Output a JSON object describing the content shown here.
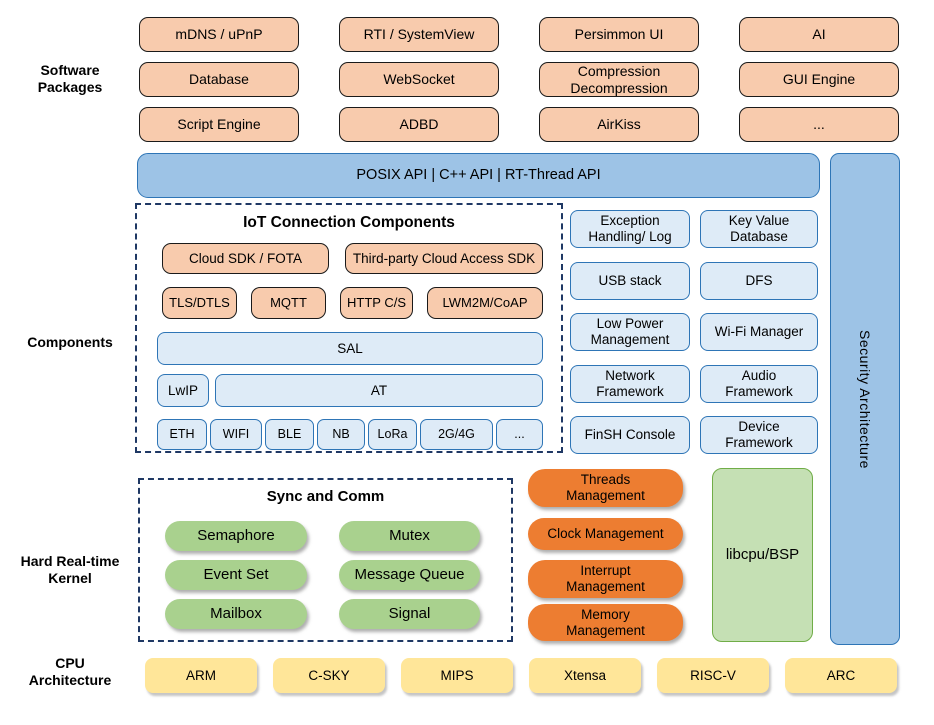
{
  "sections": {
    "software_packages": "Software\nPackages",
    "components": "Components",
    "kernel": "Hard Real-time\nKernel",
    "cpu": "CPU\nArchitecture"
  },
  "software_packages": {
    "rows": [
      [
        "mDNS / uPnP",
        "RTI / SystemView",
        "Persimmon UI",
        "AI"
      ],
      [
        "Database",
        "WebSocket",
        "Compression\nDecompression",
        "GUI Engine"
      ],
      [
        "Script Engine",
        "ADBD",
        "AirKiss",
        "..."
      ]
    ]
  },
  "api_bar": {
    "label": "POSIX API  |  C++ API  |  RT-Thread API"
  },
  "security": {
    "label": "Security Architecture"
  },
  "components": {
    "iot": {
      "title": "IoT Connection Components",
      "sdk_row": [
        "Cloud SDK / FOTA",
        "Third-party Cloud Access SDK"
      ],
      "proto_row": [
        "TLS/DTLS",
        "MQTT",
        "HTTP C/S",
        "LWM2M/CoAP"
      ],
      "sal": "SAL",
      "lwip": "LwIP",
      "at": "AT",
      "links": [
        "ETH",
        "WIFI",
        "BLE",
        "NB",
        "LoRa",
        "2G/4G",
        "..."
      ]
    },
    "grid": [
      [
        "Exception\nHandling/ Log",
        "Key Value\nDatabase"
      ],
      [
        "USB stack",
        "DFS"
      ],
      [
        "Low Power\nManagement",
        "Wi-Fi Manager"
      ],
      [
        "Network\nFramework",
        "Audio\nFramework"
      ],
      [
        "FinSH Console",
        "Device\nFramework"
      ]
    ]
  },
  "kernel": {
    "sync": {
      "title": "Sync and Comm",
      "items": [
        "Semaphore",
        "Mutex",
        "Event Set",
        "Message Queue",
        "Mailbox",
        "Signal"
      ]
    },
    "management": [
      "Threads\nManagement",
      "Clock Management",
      "Interrupt\nManagement",
      "Memory\nManagement"
    ],
    "libcpu": "libcpu/BSP"
  },
  "cpu": {
    "items": [
      "ARM",
      "C-SKY",
      "MIPS",
      "Xtensa",
      "RISC-V",
      "ARC"
    ]
  },
  "colors": {
    "light-orange": "#F8CBAD",
    "dark-orange": "#ED7D31",
    "blue": "#9DC3E6",
    "blue-border": "#2E75B6",
    "pale-blue": "#DEEBF7",
    "green": "#A9D18E",
    "pale-green": "#C5E0B4",
    "pale-green-border": "#70AD47",
    "yellow": "#FFE699",
    "dash-border": "#1F3864"
  }
}
